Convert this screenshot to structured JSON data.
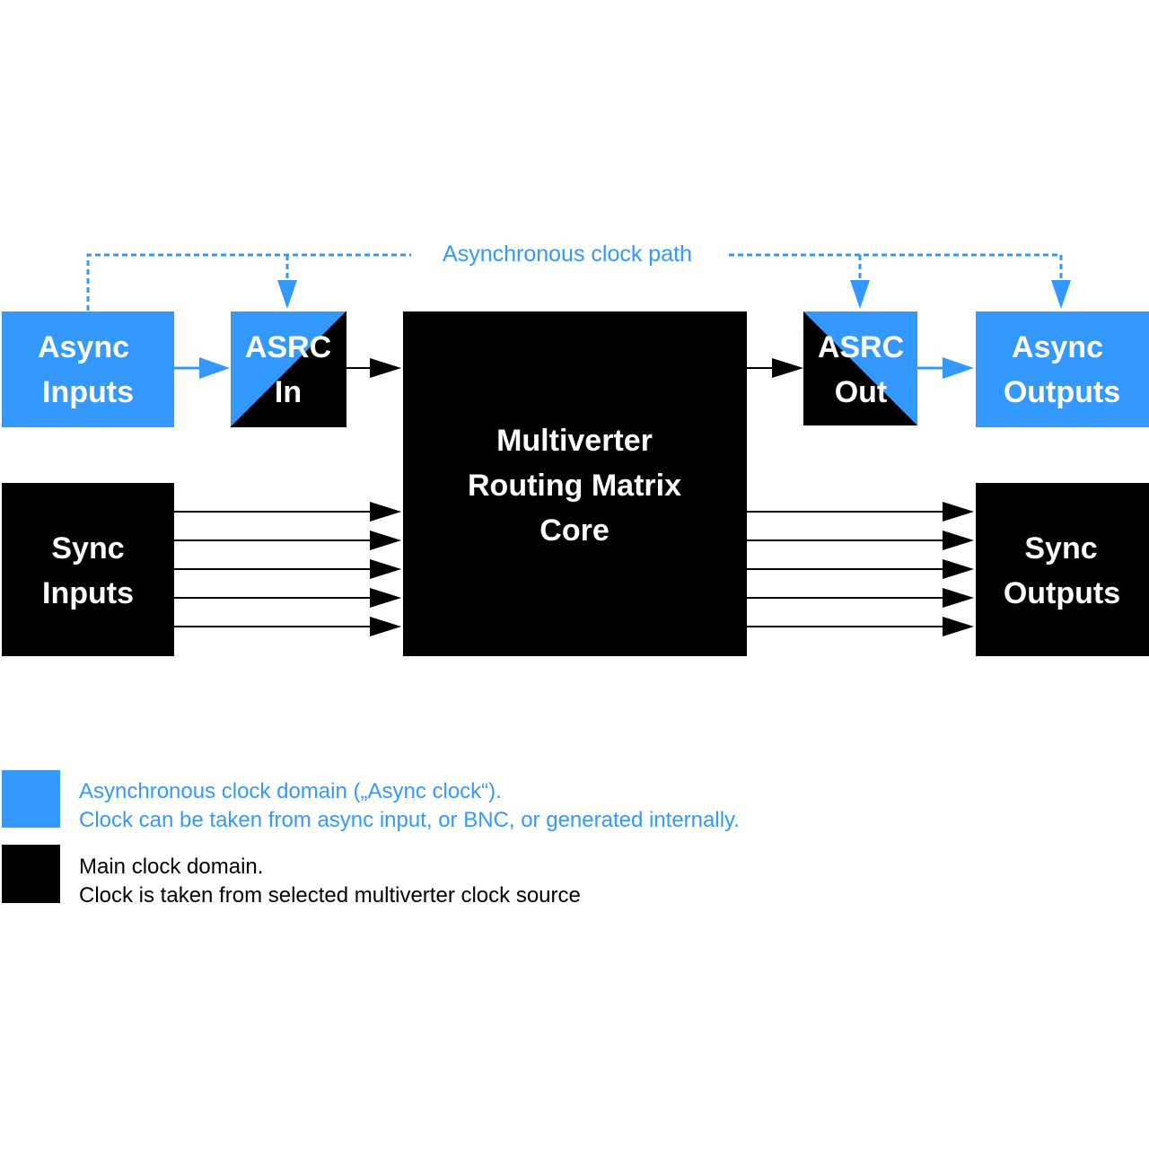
{
  "colors": {
    "async": "#3399ff",
    "main": "#000000",
    "text_white": "#ffffff"
  },
  "async_path": {
    "label": "Asynchronous clock path"
  },
  "blocks": {
    "async_inputs": {
      "line1": "Async",
      "line2": "Inputs"
    },
    "asrc_in": {
      "line1": "ASRC",
      "line2": "In"
    },
    "core": {
      "line1": "Multiverter",
      "line2": "Routing Matrix",
      "line3": "Core"
    },
    "asrc_out": {
      "line1": "ASRC",
      "line2": "Out"
    },
    "async_outputs": {
      "line1": "Async",
      "line2": "Outputs"
    },
    "sync_inputs": {
      "line1": "Sync",
      "line2": "Inputs"
    },
    "sync_outputs": {
      "line1": "Sync",
      "line2": "Outputs"
    }
  },
  "legend": {
    "async": {
      "line1": "Asynchronous clock domain („Async clock“).",
      "line2": "Clock can be taken from async input, or BNC, or generated internally."
    },
    "main": {
      "line1": "Main clock domain.",
      "line2": "Clock is taken from selected multiverter clock source"
    }
  }
}
